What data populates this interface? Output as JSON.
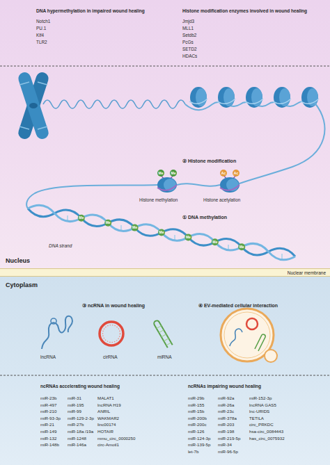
{
  "diagram": {
    "nodes": [
      {
        "text": [
          "Nucleus"
        ]
      },
      {
        "text": [
          "Nuclear membrane"
        ]
      },
      {
        "text": [
          "Cytoplasm"
        ]
      }
    ],
    "labels": [
      "DNA hypermethylation in impaired wound healing",
      "Notch1",
      "PU.1",
      "Klf4",
      "TLR2",
      "Histone modification enzymes involved in wound healing",
      "Jmjd3",
      "MLL1",
      "Setdb2",
      "PcGs",
      "SETD2",
      "HDACs",
      "② Histone modification",
      "Me",
      "Me",
      "Ac",
      "Ac",
      "Histone methylation",
      "Histone acetylation",
      "① DNA methylation",
      "Me",
      "Me",
      "Me",
      "Me",
      "Me",
      "Me",
      "Me",
      "DNA strand",
      "③ ncRNA in  wound healing",
      "④ EV-mediated cellular interaction",
      "lncRNA",
      "cirRNA",
      "miRNA",
      "ncRNAs accelerating wound healing",
      "miR-23b",
      "miR-497",
      "miR-210",
      "miR-93-3p",
      "miR-21",
      "miR-149",
      "miR-132",
      "miR-148b",
      "miR-31",
      "miR-195",
      "miR-99",
      "miR-129-2-3p",
      "miR-27b",
      "miR-18a /19a",
      "miR-1248",
      "miR-146a",
      "MALAT1",
      "lncRNA H19",
      "ANRIL",
      "WAKMAR2",
      "linc00174",
      "HOTAIR",
      "mmu_circ_0000250",
      "circ-Amotl1",
      "ncRNAs impairing wound healing",
      "miR-29b",
      "miR-155",
      "miR-15b",
      "miR-200b",
      "miR-200c",
      "miR-126",
      "miR-124-3p",
      "miR-139-5p",
      "let-7b",
      "miR-92a",
      "miR-26a",
      "miR-23c",
      "miR-378a",
      "miR-203",
      "miR-198",
      "miR-219-5p",
      "miR-34",
      "miR-96-5p",
      "miR-152-3p",
      "lncRNA GAS5",
      "lnc-URIDS",
      "TETILA",
      "circ_PRKDC",
      "hsa-circ_0084443",
      "has_circ_0075932"
    ]
  }
}
